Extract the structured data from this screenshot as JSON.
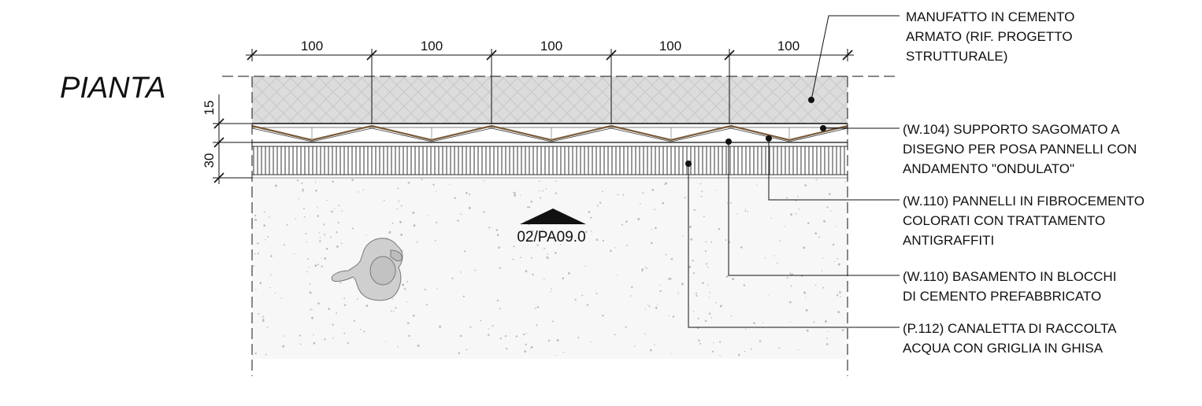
{
  "title": "PIANTA",
  "dimensions": {
    "horizontal": [
      "100",
      "100",
      "100",
      "100",
      "100"
    ],
    "vertical": [
      "15",
      "30"
    ]
  },
  "section_marker": {
    "reference": "02/PA09.0"
  },
  "callouts": [
    {
      "lines": [
        "MANUFATTO IN CEMENTO",
        "ARMATO (RIF. PROGETTO",
        "STRUTTURALE)"
      ]
    },
    {
      "lines": [
        "(W.104) SUPPORTO SAGOMATO A",
        "DISEGNO PER POSA PANNELLI CON",
        "ANDAMENTO \"ONDULATO\""
      ]
    },
    {
      "lines": [
        "(W.110) PANNELLI IN FIBROCEMENTO",
        "COLORATI CON TRATTAMENTO",
        "ANTIGRAFFITI"
      ]
    },
    {
      "lines": [
        "(W.110) BASAMENTO IN BLOCCHI",
        "DI CEMENTO PREFABBRICATO"
      ]
    },
    {
      "lines": [
        "(P.112) CANALETTA DI RACCOLTA",
        "ACQUA CON GRIGLIA IN GHISA"
      ]
    }
  ],
  "colors": {
    "concrete_fill": "#dcdcdc",
    "panel_line": "#7a5a3a",
    "ground_fill": "#f7f7f7",
    "ink": "#111111"
  }
}
